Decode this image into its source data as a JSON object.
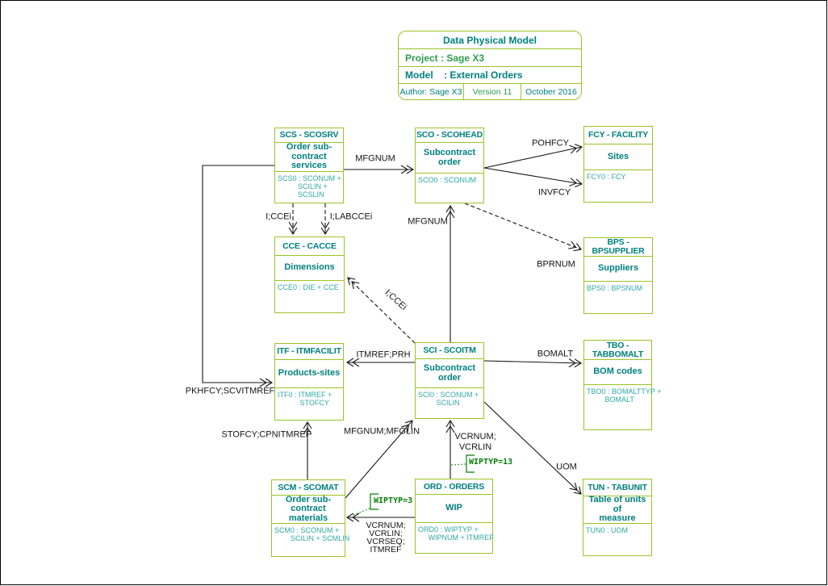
{
  "title_block": {
    "title": "Data Physical Model",
    "project": "Project : Sage X3",
    "model": "Model    : External Orders",
    "author": "Author: Sage X3",
    "version": "Version 11",
    "date": "October 2016"
  },
  "colors": {
    "box_border_green": "#9BC427",
    "entity_text_teal": "#008080",
    "entity_key_teal": "#2FA8A6",
    "accent_green": "#2E9E4E",
    "constraint_green": "#067F06",
    "line_black": "#151515"
  },
  "entities": {
    "scs": {
      "code": "SCS - SCOSRV",
      "title": "Order sub-\ncontract\nservices",
      "keys": "SCS0 : SCONUM +\n          SCILIN +\n          SCSLIN"
    },
    "sco": {
      "code": "SCO - SCOHEAD",
      "title": "Subcontract\norder",
      "keys": "SCO0 : SCONUM"
    },
    "fcy": {
      "code": "FCY - FACILITY",
      "title": "Sites",
      "keys": "FCY0 : FCY"
    },
    "cce": {
      "code": "CCE - CACCE",
      "title": "Dimensions",
      "keys": "CCE0 : DIE + CCE"
    },
    "bps": {
      "code": "BPS -\nBPSUPPLIER",
      "title": "Suppliers",
      "keys": "BPS0 : BPSNUM"
    },
    "itf": {
      "code": "ITF - ITMFACILIT",
      "title": "Products-sites",
      "keys": "ITF0 : ITMREF +\n           STOFCY"
    },
    "sci": {
      "code": "SCI - SCOITM",
      "title": "Subcontract\norder",
      "keys": "SCI0 : SCONUM +\n         SCILIN"
    },
    "tbo": {
      "code": "TBO -\nTABBOMALT",
      "title": "BOM codes",
      "keys": "TBO0 : BOMALTTYP +\n         BOMALT"
    },
    "scm": {
      "code": "SCM - SCOMAT",
      "title": "Order sub-\ncontract\nmaterials",
      "keys": "SCM0 : SCONUM +\n        SCILIN + SCMLIN"
    },
    "ord": {
      "code": "ORD - ORDERS",
      "title": "WIP",
      "keys": "ORD0 : WIPTYP +\n     WIPNUM + ITMREF"
    },
    "tun": {
      "code": "TUN - TABUNIT",
      "title": "Table of units of\nmeasure",
      "keys": "TUN0 : UOM"
    }
  },
  "labels": {
    "mfgnum_top": "MFGNUM",
    "pohfcy": "POHFCY",
    "invfcy": "INVFCY",
    "ccei_left": "I;CCEi",
    "labccei": "I;LABCCEi",
    "mfgnum_mid": "MFGNUM",
    "bprnum": "BPRNUM",
    "ccei_diag": "I;CCEi",
    "itmref_prh": "ITMREF;PRH",
    "bomalt": "BOMALT",
    "pkhfcy": "PKHFCY;SCVITMREF",
    "stofcy": "STOFCY;CPNITMREF",
    "mfgnum_mfglin": "MFGNUM;MFGLIN",
    "vcrnum_vcrlin": "VCRNUM;\nVCRLIN",
    "uom": "UOM",
    "vcrnum_full": "VCRNUM;\nVCRLIN;\nVCRSEQ;\nITMREF",
    "wiptyp13": "WIPTYP=13",
    "wiptyp3": "WIPTYP=3"
  }
}
